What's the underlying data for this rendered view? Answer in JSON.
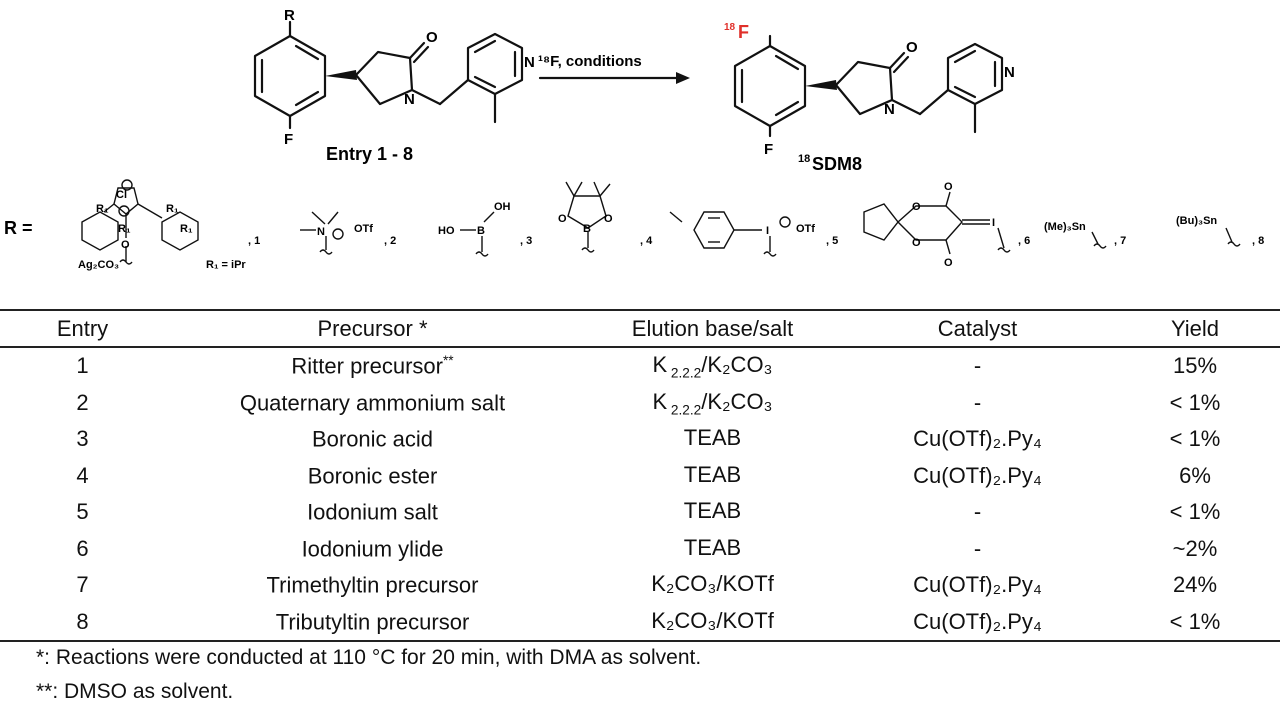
{
  "scheme": {
    "reagent_label": "¹⁸F, conditions",
    "reactant_label": "Entry 1 - 8",
    "product_label": "SDM8",
    "product_isotope": "18",
    "f_isotope_label": "18",
    "r_label": "R",
    "r_equals": "R =",
    "f_label": "F",
    "o_label": "O",
    "n_label": "N",
    "substituents": [
      {
        "num": ", 1",
        "parts": {
          "cl": "Cl",
          "r1": "R₁",
          "ag": "Ag₂CO₃",
          "def": "R₁ = iPr"
        }
      },
      {
        "num": ", 2",
        "parts": {
          "n": "N",
          "otf": "OTf"
        }
      },
      {
        "num": ", 3",
        "parts": {
          "oh": "OH",
          "ho": "HO",
          "b": "B"
        }
      },
      {
        "num": ", 4",
        "parts": {
          "o": "O",
          "b": "B"
        }
      },
      {
        "num": ", 5",
        "parts": {
          "i": "I",
          "otf": "OTf"
        }
      },
      {
        "num": ", 6",
        "parts": {
          "o": "O",
          "i": "I"
        }
      },
      {
        "num": ", 7",
        "parts": {
          "sn": "(Me)₃Sn"
        }
      },
      {
        "num": ", 8",
        "parts": {
          "sn": "(Bu)₃Sn"
        }
      }
    ]
  },
  "table": {
    "headers": [
      "Entry",
      "Precursor *",
      "Elution base/salt",
      "Catalyst",
      "Yield"
    ],
    "rows": [
      {
        "entry": "1",
        "precursor": "Ritter  precursor",
        "precursor_sup": "**",
        "base": {
          "main": "K",
          "sub": " 2.2.2",
          "rest": "/K₂CO₃"
        },
        "catalyst": "-",
        "yield": "15%"
      },
      {
        "entry": "2",
        "precursor": "Quaternary ammonium salt",
        "precursor_sup": "",
        "base": {
          "main": "K",
          "sub": " 2.2.2",
          "rest": "/K₂CO₃"
        },
        "catalyst": "-",
        "yield": "< 1%"
      },
      {
        "entry": "3",
        "precursor": "Boronic acid",
        "precursor_sup": "",
        "base": {
          "main": "TEAB",
          "sub": "",
          "rest": ""
        },
        "catalyst": "Cu(OTf)₂.Py₄",
        "yield": "< 1%"
      },
      {
        "entry": "4",
        "precursor": "Boronic ester",
        "precursor_sup": "",
        "base": {
          "main": "TEAB",
          "sub": "",
          "rest": ""
        },
        "catalyst": "Cu(OTf)₂.Py₄",
        "yield": "6%"
      },
      {
        "entry": "5",
        "precursor": "Iodonium salt",
        "precursor_sup": "",
        "base": {
          "main": "TEAB",
          "sub": "",
          "rest": ""
        },
        "catalyst": "-",
        "yield": "< 1%"
      },
      {
        "entry": "6",
        "precursor": "Iodonium ylide",
        "precursor_sup": "",
        "base": {
          "main": "TEAB",
          "sub": "",
          "rest": ""
        },
        "catalyst": "-",
        "yield": "~2%"
      },
      {
        "entry": "7",
        "precursor": "Trimethyltin precursor",
        "precursor_sup": "",
        "base": {
          "main": "K₂CO₃/KOTf",
          "sub": "",
          "rest": ""
        },
        "catalyst": "Cu(OTf)₂.Py₄",
        "yield": "24%"
      },
      {
        "entry": "8",
        "precursor": "Tributyltin precursor",
        "precursor_sup": "",
        "base": {
          "main": "K₂CO₃/KOTf",
          "sub": "",
          "rest": ""
        },
        "catalyst": "Cu(OTf)₂.Py₄",
        "yield": "< 1%"
      }
    ]
  },
  "footnotes": [
    "*: Reactions were conducted at 110 °C for 20 min, with DMA as solvent.",
    "**: DMSO as solvent."
  ],
  "colors": {
    "isotope_red": "#e0302a",
    "text": "#111111"
  }
}
